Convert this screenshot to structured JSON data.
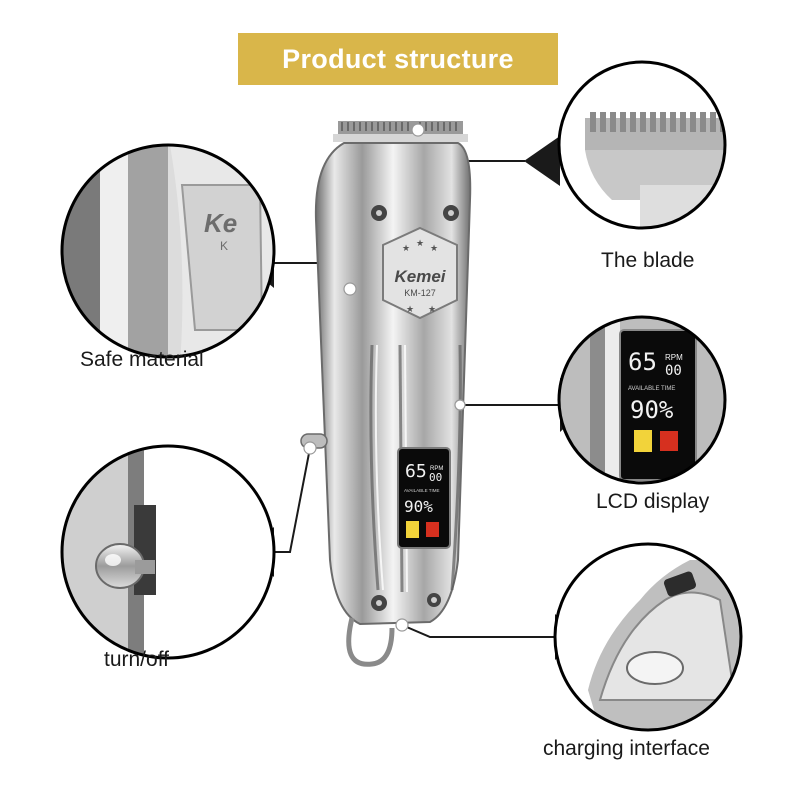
{
  "banner": {
    "title": "Product structure"
  },
  "labels": {
    "blade": "The blade",
    "safe_material": "Safe material",
    "lcd_display": "LCD display",
    "turn": "turn/off",
    "charging": "charging interface"
  },
  "product": {
    "brand": "Kemei",
    "model": "KM-127",
    "rpm_value": "65",
    "rpm_decimal": "00",
    "rpm_unit": "RPM",
    "available_time_label": "AVAILABLE TIME",
    "battery": "90%"
  },
  "colors": {
    "banner": "#d9b64a",
    "leader_line": "#1a1a1a",
    "callout_circle": "#000000"
  },
  "icons": [
    "safe-material-closeup",
    "blade-closeup",
    "lcd-display-closeup",
    "power-switch-closeup",
    "charging-port-closeup",
    "clipper-body"
  ]
}
